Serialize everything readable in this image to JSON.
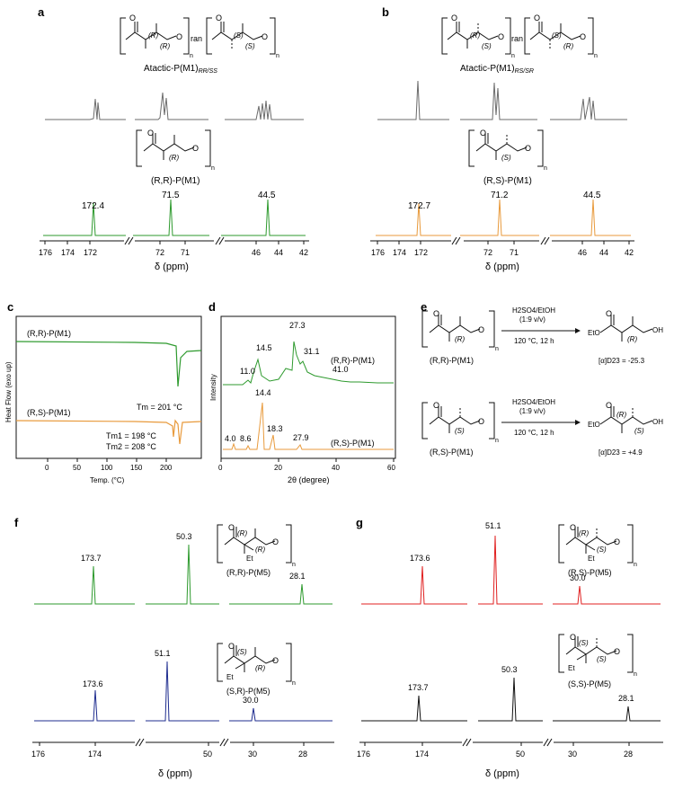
{
  "panel_labels": {
    "a": "a",
    "b": "b",
    "c": "c",
    "d": "d",
    "e": "e",
    "f": "f",
    "g": "g"
  },
  "panel_a": {
    "atactic_label": "Atactic-P(M1)",
    "atactic_subscript": "RR/SS",
    "polymer_label": "(R,R)-P(M1)",
    "peak_labels": [
      "172.4",
      "71.5",
      "44.5"
    ],
    "axis_ticks": [
      "176",
      "174",
      "172",
      "72",
      "71",
      "46",
      "44",
      "42"
    ],
    "xlabel": "δ (ppm)",
    "colors": {
      "trace": "#2e9a2e",
      "atactic": "#6b6b6b"
    }
  },
  "panel_b": {
    "atactic_label": "Atactic-P(M1)",
    "atactic_subscript": "RS/SR",
    "polymer_label": "(R,S)-P(M1)",
    "peak_labels": [
      "172.7",
      "71.2",
      "44.5"
    ],
    "axis_ticks": [
      "176",
      "174",
      "172",
      "72",
      "71",
      "46",
      "44",
      "42"
    ],
    "xlabel": "δ (ppm)",
    "colors": {
      "trace": "#e89a3c",
      "atactic": "#6b6b6b"
    }
  },
  "panel_c": {
    "ylabel": "Heat Flow (exo up)",
    "xlabel": "Temp. (°C)",
    "x_ticks": [
      "0",
      "50",
      "100",
      "150",
      "200"
    ],
    "series": [
      {
        "name": "(R,R)-P(M1)",
        "color": "#2e9a2e",
        "annotation": "Tm = 201 °C"
      },
      {
        "name": "(R,S)-P(M1)",
        "color": "#e89a3c",
        "annotation_1": "Tm1 = 198 °C",
        "annotation_2": "Tm2 = 208 °C"
      }
    ]
  },
  "panel_d": {
    "ylabel": "Intensity",
    "xlabel": "2θ (degree)",
    "x_ticks": [
      "0",
      "20",
      "40",
      "60"
    ],
    "series": [
      {
        "name": "(R,R)-P(M1)",
        "color": "#2e9a2e",
        "peaks": [
          "11.0",
          "14.5",
          "27.3",
          "31.1",
          "41.0"
        ]
      },
      {
        "name": "(R,S)-P(M1)",
        "color": "#e89a3c",
        "peaks": [
          "4.0",
          "8.6",
          "14.4",
          "18.3",
          "27.9"
        ]
      }
    ]
  },
  "panel_e": {
    "row1": {
      "polymer": "(R,R)-P(M1)",
      "reagent": "H2SO4/EtOH",
      "ratio": "(1:9 v/v)",
      "conditions": "120 °C, 12 h",
      "rotation": "[α]D23 = -25.3"
    },
    "row2": {
      "polymer": "(R,S)-P(M1)",
      "reagent": "H2SO4/EtOH",
      "ratio": "(1:9 v/v)",
      "conditions": "120 °C, 12 h",
      "rotation": "[α]D23 = +4.9"
    }
  },
  "panel_f": {
    "top": {
      "polymer": "(R,R)-P(M5)",
      "peaks": [
        "173.7",
        "50.3",
        "28.1"
      ],
      "color": "#2e9a2e"
    },
    "bottom": {
      "polymer": "(S,R)-P(M5)",
      "peaks": [
        "173.6",
        "51.1",
        "30.0"
      ],
      "color": "#1f2d8f"
    },
    "axis_ticks": [
      "176",
      "174",
      "50",
      "30",
      "28"
    ],
    "xlabel": "δ (ppm)"
  },
  "panel_g": {
    "top": {
      "polymer": "(R,S)-P(M5)",
      "peaks": [
        "173.6",
        "51.1",
        "30.0"
      ],
      "color": "#e02020"
    },
    "bottom": {
      "polymer": "(S,S)-P(M5)",
      "peaks": [
        "173.7",
        "50.3",
        "28.1"
      ],
      "color": "#111111"
    },
    "axis_ticks": [
      "176",
      "174",
      "50",
      "30",
      "28"
    ],
    "xlabel": "δ (ppm)"
  }
}
